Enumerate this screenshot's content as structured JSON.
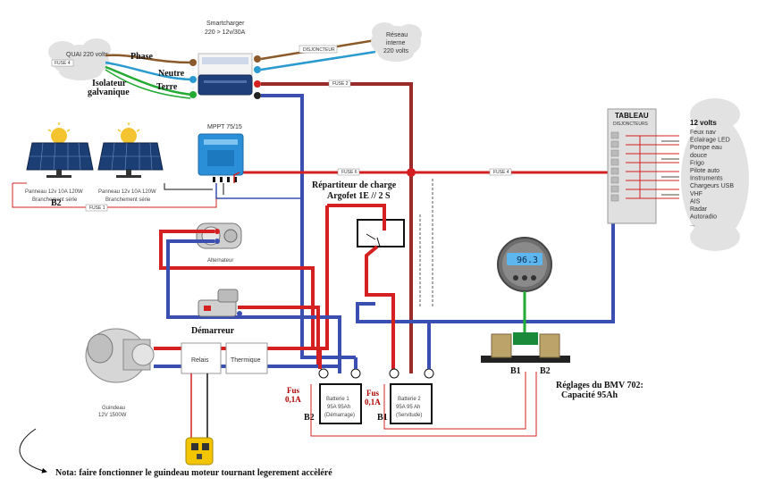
{
  "labels": {
    "quai": "QUAI 220 volts",
    "fuse_quai": "FUSE 4",
    "phase": "Phase",
    "neutre": "Neutre",
    "terre": "Terre",
    "isolateur_1": "Isolateur",
    "isolateur_2": "galvanique",
    "smartcharger_1": "Smartcharger",
    "smartcharger_2": "220 > 12v/30A",
    "disjoncteur": "DISJONCTEUR",
    "reseau_1": "Réseau",
    "reseau_2": "interne",
    "reseau_3": "220 volts",
    "fuse2": "FUSE 2",
    "mppt": "MPPT 75/15",
    "panel1_1": "Panneau 12v 10A 120W",
    "panel1_2": "Branchement série",
    "panel2_1": "Panneau 12v 10A 120W",
    "panel2_2": "Branchement série",
    "fuse1": "FUSE 1",
    "b2_panel": "B2",
    "fuse6": "FUSE 6",
    "fuse4": "FUSE 4",
    "repartiteur_1": "Répartiteur de charge",
    "repartiteur_2": "Argofet   1E  //  2  S",
    "alternateur": "Alternateur",
    "demarreur": "Démarreur",
    "relais": "Relais",
    "thermique": "Thermique",
    "guindeau_1": "Guindeau",
    "guindeau_2": "12V 1500W",
    "batt1_1": "Batterie 1",
    "batt1_2": "95A 95Ah",
    "batt1_3": "(Démarrage)",
    "batt2_1": "Batterie 2",
    "batt2_2": "95A 95 Ah",
    "batt2_3": "(Servitude)",
    "fus_a_1": "Fus",
    "fus_a_2": "0,1A",
    "fus_b_1": "Fus",
    "fus_b_2": "0,1A",
    "b2_batt": "B2",
    "b1_batt": "B1",
    "b1_shunt": "B1",
    "b2_shunt": "B2",
    "bmv_display": "96.3",
    "reglages_1": "Réglages du BMV 702:",
    "reglages_2": "Capacité  95Ah",
    "tableau_1": "TABLEAU",
    "tableau_2": "DISJONCTEURS",
    "note": "Nota:  faire fonctionner le guindeau moteur tournant  legerement accèléré"
  },
  "circuits_title": "12 volts",
  "circuits": [
    "Feux nav",
    "Eclairage LED",
    "Pompe eau",
    "douce",
    "Frigo",
    "Pilote auto",
    "Instruments",
    "Chargeurs USB",
    "VHF",
    "AIS",
    "Radar",
    "Autoradio",
    "..."
  ],
  "colors": {
    "positive": "#d42020",
    "negative": "#3a4fb0",
    "brown": "#8b5a2b",
    "green": "#22aa33",
    "teal": "#2a9ad0"
  }
}
